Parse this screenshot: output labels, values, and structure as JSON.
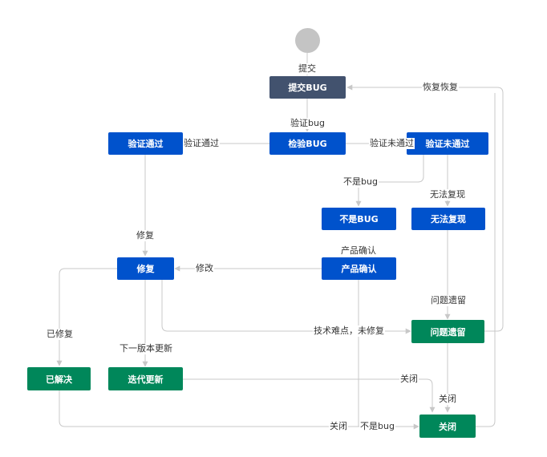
{
  "colors": {
    "dark_status": "#42526e",
    "blue_status": "#0052cc",
    "green_status": "#00875a",
    "line": "#c8c8c8",
    "start": "#c4c4c4"
  },
  "nodes": {
    "submit": "提交BUG",
    "check": "检验BUG",
    "verified": "验证通过",
    "notverified": "验证未通过",
    "notbug": "不是BUG",
    "cannotreproduce": "无法复现",
    "productconfirm": "产品确认",
    "fix": "修复",
    "carryover": "问题遗留",
    "resolved": "已解决",
    "iteration": "迭代更新",
    "closed": "关闭"
  },
  "labels": {
    "submit": "提交",
    "restore": "恢复恢复",
    "verify_bug": "验证bug",
    "verified_pass": "验证通过",
    "verified_fail": "验证未通过",
    "not_bug": "不是bug",
    "cannot_reproduce": "无法复现",
    "fix": "修复",
    "product_confirm": "产品确认",
    "modify": "修改",
    "carry_over": "问题遗留",
    "fixed": "已修复",
    "tech_difficulty": "技术难点，未修复",
    "next_version": "下一版本更新",
    "close_iteration": "关闭",
    "close_carryover": "关闭",
    "close_resolved": "关闭",
    "close_notbug": "不是bug"
  }
}
